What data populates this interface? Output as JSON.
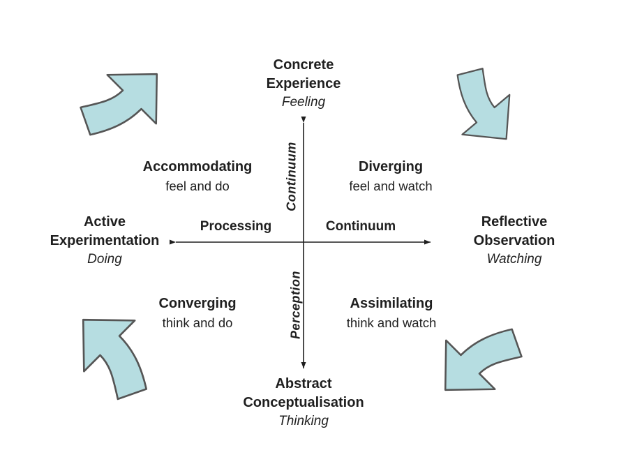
{
  "diagram": {
    "poles": {
      "top": {
        "line1": "Concrete",
        "line2": "Experience",
        "mode": "Feeling"
      },
      "right": {
        "line1": "Reflective",
        "line2": "Observation",
        "mode": "Watching"
      },
      "bottom": {
        "line1": "Abstract",
        "line2": "Conceptualisation",
        "mode": "Thinking"
      },
      "left": {
        "line1": "Active",
        "line2": "Experimentation",
        "mode": "Doing"
      }
    },
    "quadrants": {
      "top_left": {
        "name": "Accommodating",
        "desc": "feel and do"
      },
      "top_right": {
        "name": "Diverging",
        "desc": "feel and watch"
      },
      "bottom_left": {
        "name": "Converging",
        "desc": "think and do"
      },
      "bottom_right": {
        "name": "Assimilating",
        "desc": "think and watch"
      }
    },
    "axes": {
      "horizontal_left_label": "Processing",
      "horizontal_right_label": "Continuum",
      "vertical_top_label": "Continuum",
      "vertical_bottom_label": "Perception"
    },
    "colors": {
      "arrow_fill": "#b6dde1",
      "arrow_stroke": "#555555",
      "axis": "#1f1f1f",
      "text": "#1f1f1f"
    }
  }
}
